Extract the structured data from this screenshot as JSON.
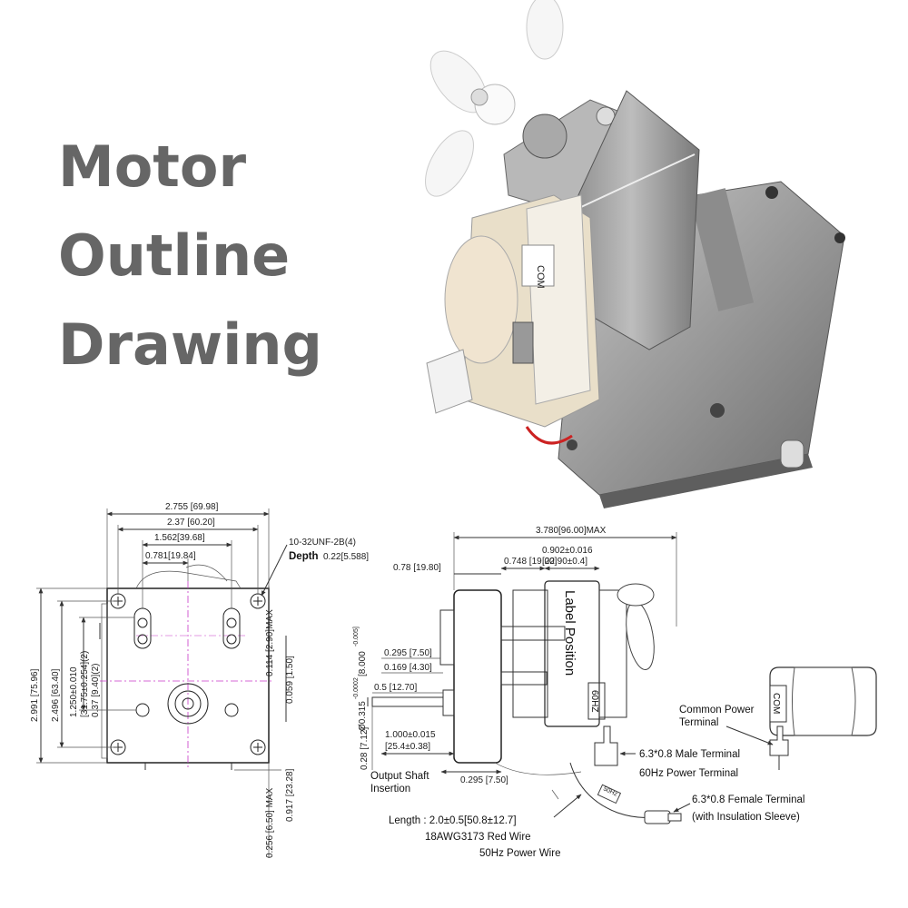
{
  "title_lines": [
    "Motor",
    "Outline",
    "Drawing"
  ],
  "photo_labels": {
    "com_label": "COM"
  },
  "front_view": {
    "dim_width_total": "2.755 [69.98]",
    "dim_width_holes": "2.37 [60.20]",
    "dim_slot_spacing": "1.562[39.68]",
    "dim_slot_offset": "0.781[19.84]",
    "thread_spec": "10-32UNF-2B(4)",
    "depth_label": "Depth",
    "depth_value": "0.22[5.588]",
    "dim_height_total": "2.991 [75.96]",
    "dim_height_holes": "2.496 [63.40]",
    "dim_slot_height": "1.250±0.010",
    "dim_slot_height_metric": "[31.75±0.254](2)",
    "dim_slot_width": "0.37 [9.40](2)",
    "dim_right_max": "0.114 [2.90]MAX",
    "dim_right_small": "0.059 [1.50]",
    "dim_bottom_1": "0.917 [23.28]",
    "dim_bottom_2": "0.256 [6.50] MAX"
  },
  "side_view": {
    "dim_total_length": "3.780[96.00]MAX",
    "dim_gearbox": "0.78 [19.80]",
    "dim_coil_offset": "0.748 [19.00]",
    "dim_coil_width": "0.902±0.016",
    "dim_coil_width_metric": "[22.90±0.4]",
    "dim_shaft_a": "0.295 [7.50]",
    "dim_shaft_b": "0.169 [4.30]",
    "dim_shaft_c": "0.5 [12.70]",
    "dim_shaft_diameter": "Ø0.315",
    "dim_shaft_diameter_tol": "-0.0002",
    "dim_shaft_diameter_metric": "[8.000",
    "dim_shaft_diameter_metric_tol": "-0.005]",
    "dim_insert_length": "1.000±0.015",
    "dim_insert_length_metric": "[25.4±0.38]",
    "dim_flat": "0.28 [7.12]",
    "dim_bottom": "0.295 [7.50]",
    "label_position": "Label Position",
    "voltage_mark": "60HZ",
    "output_shaft_line1": "Output Shaft",
    "output_shaft_line2": "Insertion"
  },
  "annotations": {
    "male_terminal_line1": "6.3*0.8 Male Terminal",
    "male_terminal_line2": "60Hz Power Terminal",
    "female_terminal_line1": "6.3*0.8 Female Terminal",
    "female_terminal_line2": "(with Insulation Sleeve)",
    "wire_line1": "Length : 2.0±0.5[50.8±12.7]",
    "wire_line2": "18AWG3173 Red Wire",
    "wire_line3": "50Hz Power Wire",
    "wire_tag": "50Hz",
    "common_line1": "Common Power",
    "common_line2": "Terminal",
    "com_tag": "COM"
  }
}
